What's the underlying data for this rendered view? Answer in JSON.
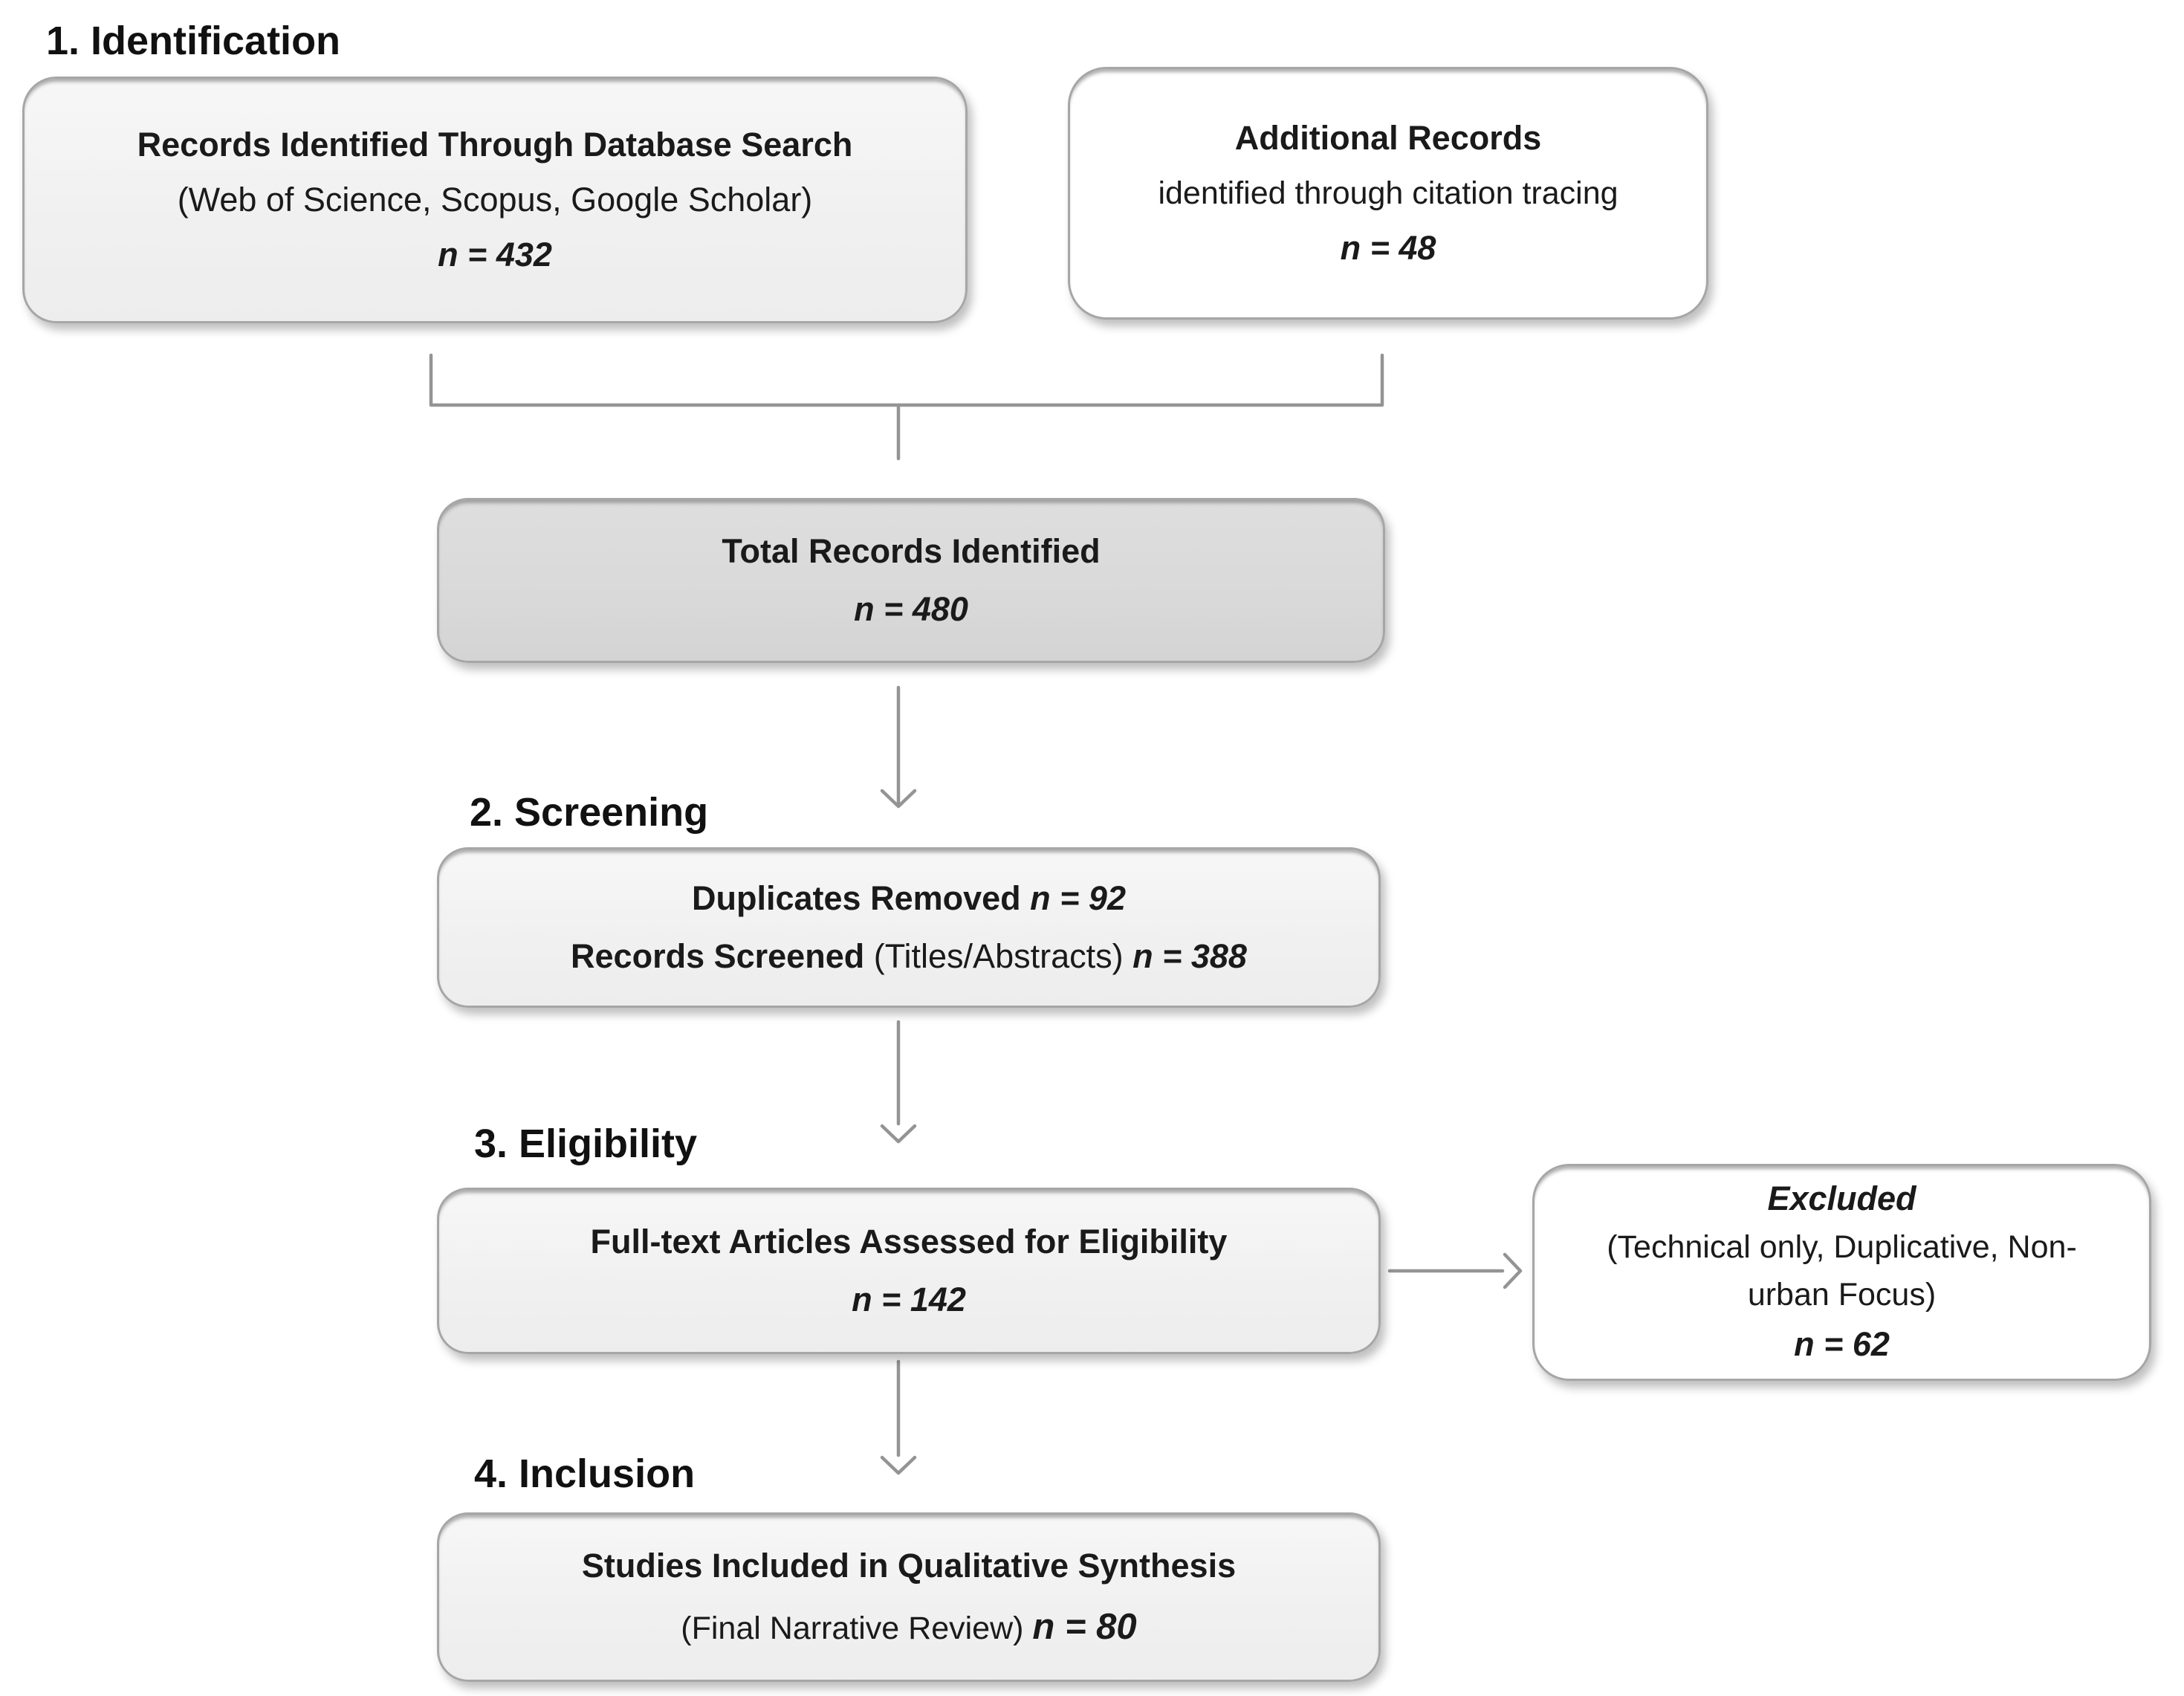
{
  "sections": [
    {
      "label": "1. Identification"
    },
    {
      "label": "2. Screening"
    },
    {
      "label": "3. Eligibility"
    },
    {
      "label": "4. Inclusion"
    }
  ],
  "boxes": {
    "database_search": {
      "title": "Records Identified Through Database Search",
      "subtitle": "(Web of Science, Scopus, Google Scholar)",
      "count_label": "n = 432"
    },
    "additional_records": {
      "title": "Additional Records",
      "subtitle": "identified through citation tracing",
      "count_label": "n = 48"
    },
    "total_records": {
      "title": "Total Records Identified",
      "count_label": "n = 480"
    },
    "screening": {
      "line1_bold": "Duplicates Removed ",
      "line1_count": "n = 92",
      "line2_bold": "Records Screened ",
      "line2_regular": "(Titles/Abstracts) ",
      "line2_count": "n = 388"
    },
    "eligibility": {
      "title": "Full-text Articles Assessed for Eligibility",
      "count_label": "n = 142"
    },
    "excluded": {
      "title": "Excluded",
      "subtitle": "(Technical only, Duplicative, Non-urban Focus)",
      "count_label": "n = 62"
    },
    "inclusion": {
      "title": "Studies Included in Qualitative Synthesis",
      "subtitle": "(Final Narrative Review) ",
      "count_label": "n = 80"
    }
  },
  "flow_numbers": {
    "identified_database": 432,
    "identified_citation": 48,
    "total_identified": 480,
    "duplicates_removed": 92,
    "records_screened": 388,
    "fulltext_assessed": 142,
    "excluded": 62,
    "included_final": 80
  },
  "colors": {
    "box_light": "#f1f1f1",
    "box_white": "#ffffff",
    "box_total": "#d9d9d9",
    "border": "#a6a6a6",
    "connector": "#949494",
    "text": "#1a1a1a"
  }
}
